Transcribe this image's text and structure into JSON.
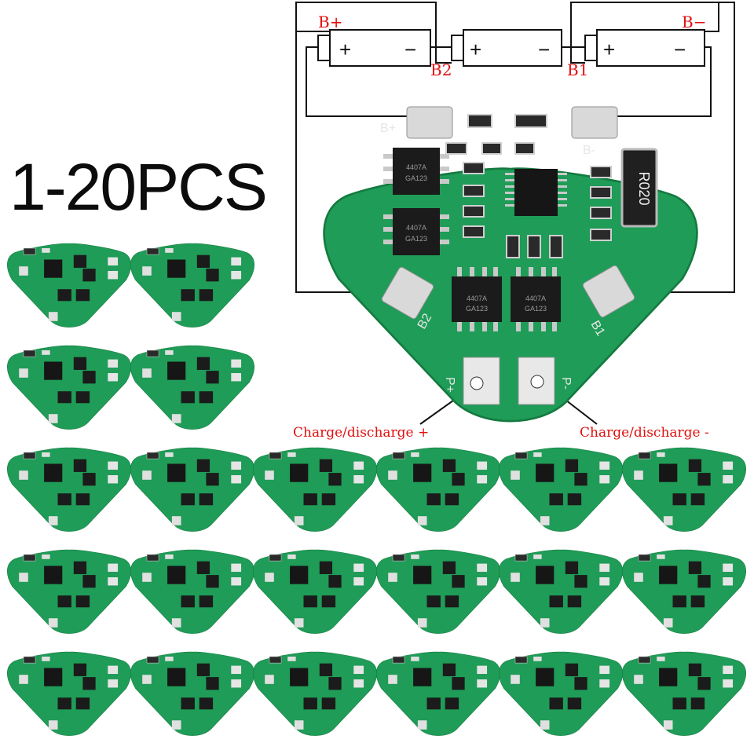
{
  "title": "1-20PCS",
  "diagram": {
    "battery_terminal_left": "B+",
    "battery_terminal_right": "B−",
    "node_b2": "B2",
    "node_b1": "B1",
    "cell_plus": "+",
    "cell_minus": "−",
    "pcb_label_bplus": "B+",
    "pcb_label_bminus": "B-",
    "pcb_label_b2": "B2",
    "pcb_label_b1": "B1",
    "pcb_label_pplus": "P+",
    "pcb_label_pminus": "P-",
    "resistor_marking": "R020",
    "mosfet_marking_top": "4407A",
    "mosfet_marking_bottom": "GA123",
    "callout_charge_plus": "Charge/discharge +",
    "callout_charge_minus": "Charge/discharge -"
  },
  "colors": {
    "pcb_green": "#1f9c57",
    "pcb_edge": "#147a40",
    "pad_silver": "#d9d9d9",
    "label_red": "#e01010",
    "wire": "#111111"
  },
  "thumbnail_rows": [
    2,
    2,
    6,
    6,
    6
  ]
}
